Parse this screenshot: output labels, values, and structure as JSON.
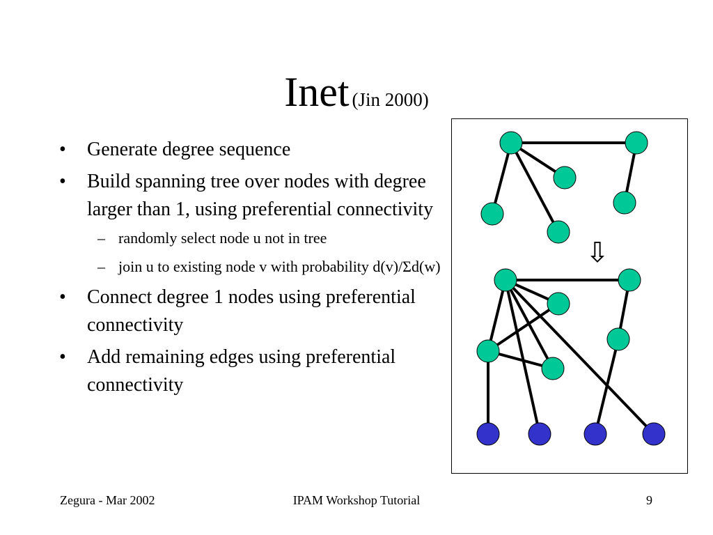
{
  "slide": {
    "title": "Inet",
    "title_sub": "(Jin 2000)",
    "bullet_symbol": "•",
    "sub_bullet_symbol": "–",
    "bullets": [
      {
        "text": "Generate degree sequence"
      },
      {
        "text": "Build spanning tree over nodes with degree larger than 1, using preferential connectivity"
      },
      {
        "text": "Connect degree 1 nodes using preferential connectivity"
      },
      {
        "text": "Add remaining edges using preferential connectivity"
      }
    ],
    "sub_bullets": [
      {
        "text": "randomly select node u not in tree"
      },
      {
        "text": "join u to existing node v with probability d(v)/Σd(w)"
      }
    ]
  },
  "diagram": {
    "arrow_glyph": "⇩",
    "colors": {
      "node_high_degree": "#00c896",
      "node_degree_one": "#3333cc",
      "edge": "#000000"
    }
  },
  "footer": {
    "left": "Zegura - Mar 2002",
    "center": "IPAM Workshop Tutorial",
    "right": "9"
  }
}
